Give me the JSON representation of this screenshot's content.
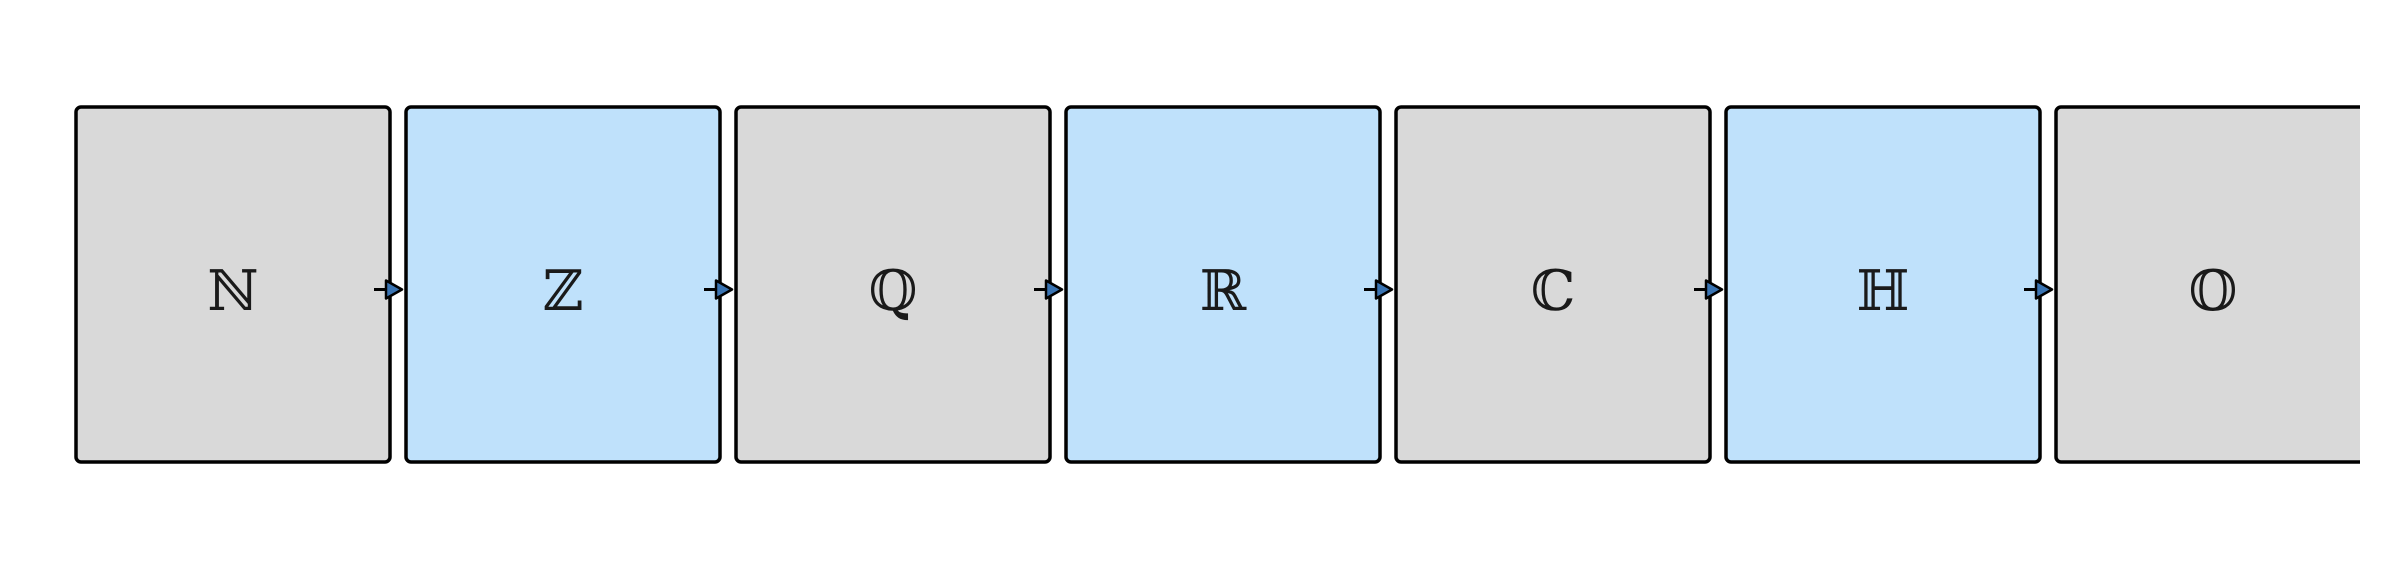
{
  "diagram": {
    "nodes": [
      {
        "label": "ℕ",
        "fill": "#d9d9d9"
      },
      {
        "label": "ℤ",
        "fill": "#bfe1fb"
      },
      {
        "label": "ℚ",
        "fill": "#d9d9d9"
      },
      {
        "label": "ℝ",
        "fill": "#bfe1fb"
      },
      {
        "label": "ℂ",
        "fill": "#d9d9d9"
      },
      {
        "label": "ℍ",
        "fill": "#bfe1fb"
      },
      {
        "label": "𝕆",
        "fill": "#d9d9d9"
      }
    ],
    "edges": [
      {
        "from": 0,
        "to": 1
      },
      {
        "from": 1,
        "to": 2
      },
      {
        "from": 2,
        "to": 3
      },
      {
        "from": 3,
        "to": 4
      },
      {
        "from": 4,
        "to": 5
      },
      {
        "from": 5,
        "to": 6
      }
    ],
    "colors": {
      "stroke": "#000000",
      "arrow_fill": "#3a74b3",
      "text": "#1a1a1a"
    }
  }
}
